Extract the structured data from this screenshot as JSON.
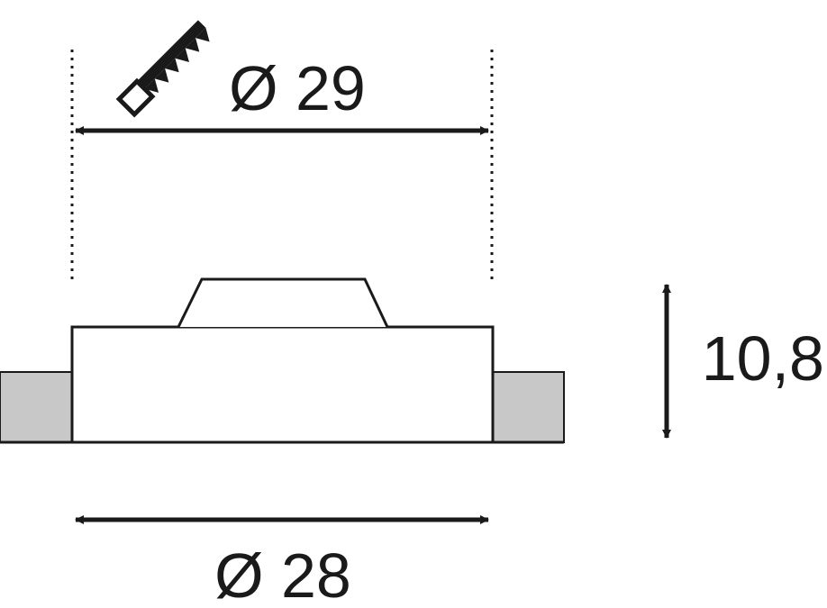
{
  "dimensions": {
    "cutout_diameter": "Ø 29",
    "outer_diameter": "Ø 28",
    "height": "10,8"
  },
  "icons": {
    "saw": "saw-icon"
  },
  "colors": {
    "stroke": "#1a1a1a",
    "ceiling_fill": "#c8c8c8",
    "background": "#ffffff"
  }
}
